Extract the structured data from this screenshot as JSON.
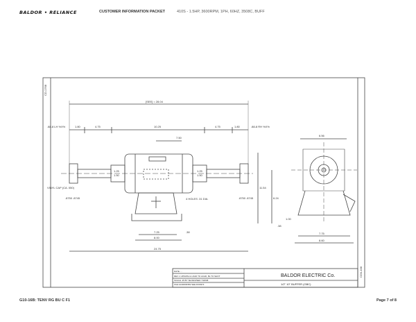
{
  "header": {
    "brand": "BALDOR • RELIANCE",
    "packet": "CUSTOMER INFORMATION PACKET",
    "description": "410S - 1.5HP, 3600RPM, 1PH, 60HZ, 3508C, BUFF"
  },
  "footer": {
    "doc_id": "G10-16B: TENV RG BU C F1",
    "page": "Page 7 of 8"
  },
  "drawing": {
    "left_side_label": "CD-1768",
    "right_side_label": "CD0-168",
    "overall_dim": "[SEE] = 28.04",
    "left_note": ".88-8\nLH %X%",
    "right_note": ".88-8\nRH %X%",
    "dims_top": [
      "1.80",
      "4.75",
      "10.25",
      "4.75",
      "1.80"
    ],
    "center_dim": "7.50",
    "small_dims": [
      "1.25",
      "1.50",
      "1.25",
      "1.50"
    ],
    "vinyl_cap": "VINYL CAP\n(CA. 050)",
    "left_dia": ".8750\n.8745",
    "right_dia": ".8750\n.8745",
    "holes": "4 HOLES\n.31 DIA.",
    "base_dims": [
      "7.25",
      "8.00",
      ".38"
    ],
    "overall_length": "24.75",
    "side_dims": [
      "6.56",
      "11.54",
      "6.24",
      "1.00",
      ".38",
      "7.75",
      "8.60"
    ],
    "title_block": {
      "company": "BALDOR ELECTRIC Co.",
      "title": "1/2\" 10\" BUFFER (GBC)",
      "rows": [
        "DATE: ...",
        "REV 1  UPDATE & LOAD TO ACAD, BL TO SHOT",
        "SCALE .25    BY  SE    REVISED  7/18/08",
        "FILE  AA40030352     SEE  D/00374"
      ]
    }
  }
}
